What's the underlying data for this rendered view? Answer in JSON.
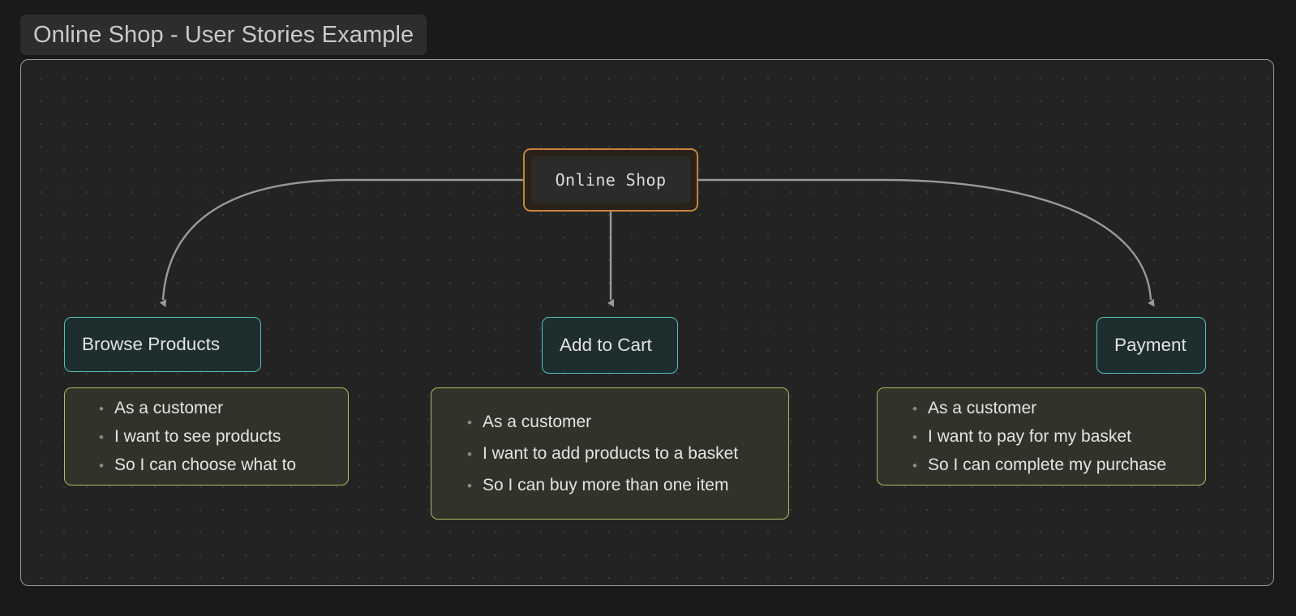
{
  "page": {
    "title": "Online Shop - User Stories Example",
    "background_color": "#1a1a1a"
  },
  "canvas": {
    "border_color": "#9a9a9a",
    "background_color": "#232323",
    "dot_grid_color": "#3b3b3b"
  },
  "colors": {
    "root_border": "#c8853c",
    "root_fill": "#2a2119",
    "step_border": "#58bfbf",
    "step_fill": "#1e2d2d",
    "note_border": "#b7b765",
    "note_fill": "#31322a",
    "edge": "#9a9a9a",
    "text": "#e2e2e2",
    "bullet": "#8a8a8a"
  },
  "nodes": {
    "root": {
      "label": "Online Shop"
    },
    "steps": [
      {
        "id": "browse",
        "label": "Browse Products"
      },
      {
        "id": "cart",
        "label": "Add to Cart"
      },
      {
        "id": "payment",
        "label": "Payment"
      }
    ]
  },
  "notes": [
    {
      "id": "browse",
      "bullet": "•",
      "items": [
        "As a customer",
        "I want to see products",
        "So I can choose what to"
      ]
    },
    {
      "id": "cart",
      "bullet": "•",
      "items": [
        "As a customer",
        "I want to add products to a basket",
        "So I can buy more than one item"
      ]
    },
    {
      "id": "payment",
      "bullet": "•",
      "items": [
        "As a customer",
        "I want to pay for my basket",
        "So I can complete my purchase"
      ]
    }
  ],
  "edges": [
    {
      "from": "root",
      "to": "browse",
      "arrow": "down"
    },
    {
      "from": "root",
      "to": "cart",
      "arrow": "down"
    },
    {
      "from": "root",
      "to": "payment",
      "arrow": "down"
    }
  ]
}
